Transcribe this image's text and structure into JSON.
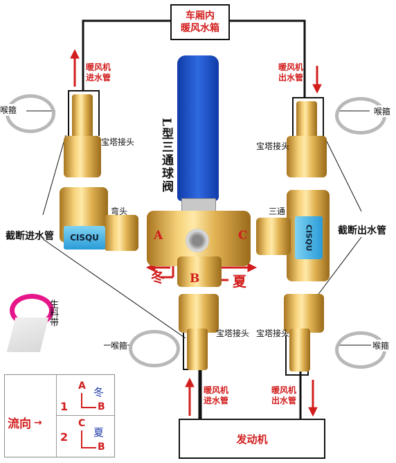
{
  "top_box": {
    "line1": "车厢内",
    "line2": "暖风水箱"
  },
  "bottom_box": {
    "label": "发动机"
  },
  "left_top_pipe": {
    "line1": "暖风机",
    "line2": "进水管"
  },
  "right_top_pipe": {
    "line1": "暖风机",
    "line2": "出水管"
  },
  "left_bottom_pipe": {
    "line1": "暖风机",
    "line2": "进水管"
  },
  "right_bottom_pipe": {
    "line1": "暖风机",
    "line2": "出水管"
  },
  "hose_clamp_label": "喉箍",
  "barb_fitting_label": "宝塔接头",
  "elbow_label": "弯头",
  "tee_label": "三通",
  "valve_label": "L型三通球阀",
  "cut_in_label": "截断进水管",
  "cut_out_label": "截断出水管",
  "port_a": "A",
  "port_b": "B",
  "port_c": "C",
  "winter": "冬",
  "summer": "夏",
  "tape_label": "生料带",
  "brand": "CISQU",
  "legend": {
    "flow_label": "流向",
    "row1_num": "1",
    "row2_num": "2",
    "row1_top": "A",
    "row1_bottom": "B",
    "row1_season": "冬",
    "row2_top": "C",
    "row2_bottom": "B",
    "row2_season": "夏"
  },
  "colors": {
    "accent_red": "#d21d1d",
    "valve_blue": "#1e52c8",
    "brass": "#e2b454"
  }
}
